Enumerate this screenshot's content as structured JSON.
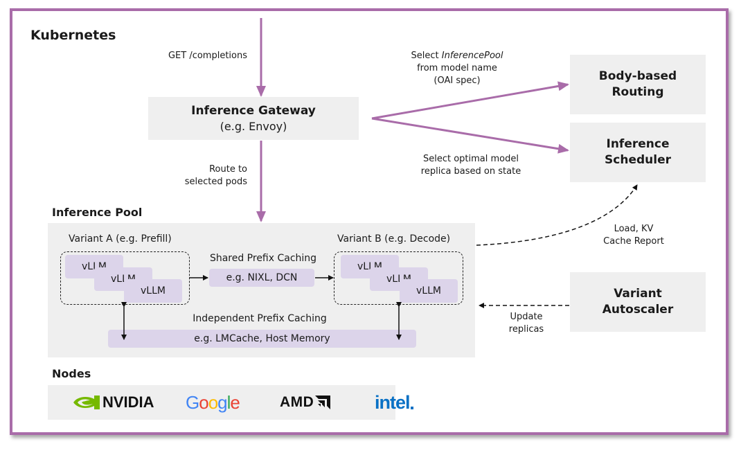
{
  "diagram": {
    "title": "Kubernetes",
    "colors": {
      "frame_border": "#a96ca9",
      "arrow_purple": "#a96ca9",
      "box_fill": "#efefef",
      "pill_fill": "#dcd4ea",
      "nvidia_green": "#76b900",
      "intel_blue": "#0a71c5"
    },
    "request_label": "GET /completions",
    "gateway": {
      "title": "Inference Gateway",
      "subtitle": "(e.g. Envoy)"
    },
    "route_label": {
      "line1": "Route to",
      "line2": "selected pods"
    },
    "select_pool_label": {
      "line1_prefix": "Select ",
      "line1_italic": "InferencePool",
      "line2": "from model name",
      "line3": "(OAI spec)"
    },
    "select_replica_label": {
      "line1": "Select optimal model",
      "line2": "replica based on state"
    },
    "body_routing": {
      "line1": "Body-based",
      "line2": "Routing"
    },
    "scheduler": {
      "line1": "Inference",
      "line2": "Scheduler"
    },
    "autoscaler": {
      "line1": "Variant",
      "line2": "Autoscaler"
    },
    "load_report_label": {
      "line1": "Load, KV",
      "line2": "Cache Report"
    },
    "update_replicas_label": {
      "line1": "Update",
      "line2": "replicas"
    },
    "pool": {
      "title": "Inference Pool",
      "variant_a": {
        "label": "Variant A (e.g. Prefill)",
        "instances": [
          "vLLM",
          "vLLM",
          "vLLM"
        ]
      },
      "variant_b": {
        "label": "Variant B (e.g. Decode)",
        "instances": [
          "vLLM",
          "vLLM",
          "vLLM"
        ]
      },
      "shared_caching": {
        "label": "Shared Prefix Caching",
        "example": "e.g. NIXL, DCN"
      },
      "independent_caching": {
        "label": "Independent Prefix Caching",
        "example": "e.g. LMCache, Host Memory"
      }
    },
    "nodes": {
      "title": "Nodes",
      "vendors": [
        {
          "name": "NVIDIA",
          "icon": "nvidia-logo"
        },
        {
          "name": "Google",
          "icon": "google-logo"
        },
        {
          "name": "AMD",
          "icon": "amd-logo"
        },
        {
          "name": "intel",
          "icon": "intel-logo"
        }
      ]
    }
  }
}
